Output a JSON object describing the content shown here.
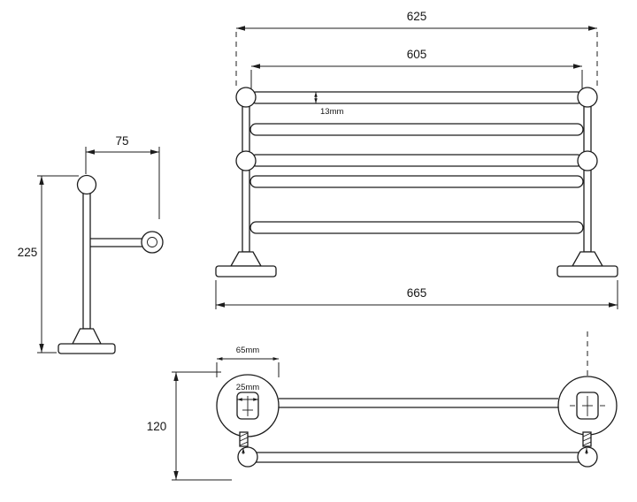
{
  "drawing": {
    "type": "technical-dimension-drawing",
    "subject": "towel-rack-shelf",
    "colors": {
      "line": "#1c1c1c",
      "background": "#ffffff"
    },
    "views": {
      "side": {
        "width_label": "75",
        "height_label": "225"
      },
      "front": {
        "overall_width_label": "625",
        "rail_width_label": "605",
        "tube_label": "13mm",
        "base_width_label": "665"
      },
      "plan": {
        "plate_label": "65mm",
        "bracket_label": "25mm",
        "depth_label": "120"
      }
    }
  }
}
